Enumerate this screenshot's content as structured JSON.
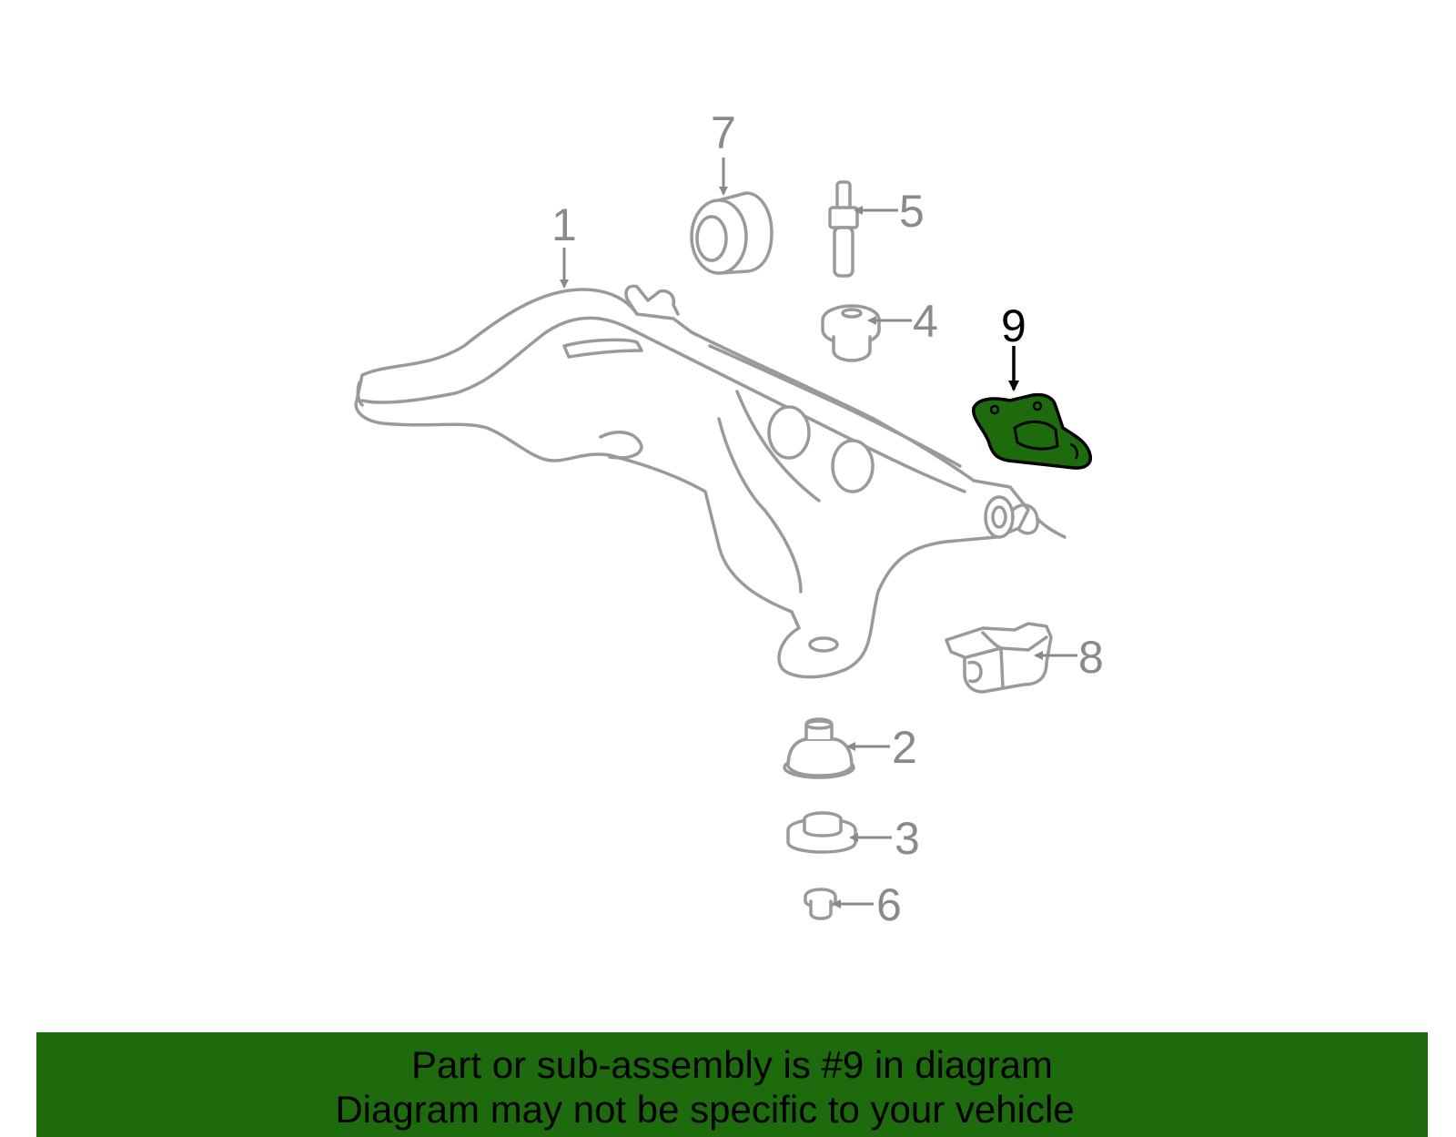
{
  "diagram": {
    "labels": {
      "p1": "1",
      "p2": "2",
      "p3": "3",
      "p4": "4",
      "p5": "5",
      "p6": "6",
      "p7": "7",
      "p8": "8",
      "p9": "9"
    },
    "highlight_color": "#1e6b0e",
    "line_color": "#9a9a9a"
  },
  "banner": {
    "line1": "Part or sub-assembly is #9 in diagram",
    "line2": "Diagram may not be specific to your vehicle",
    "background": "#1e6b0e"
  }
}
